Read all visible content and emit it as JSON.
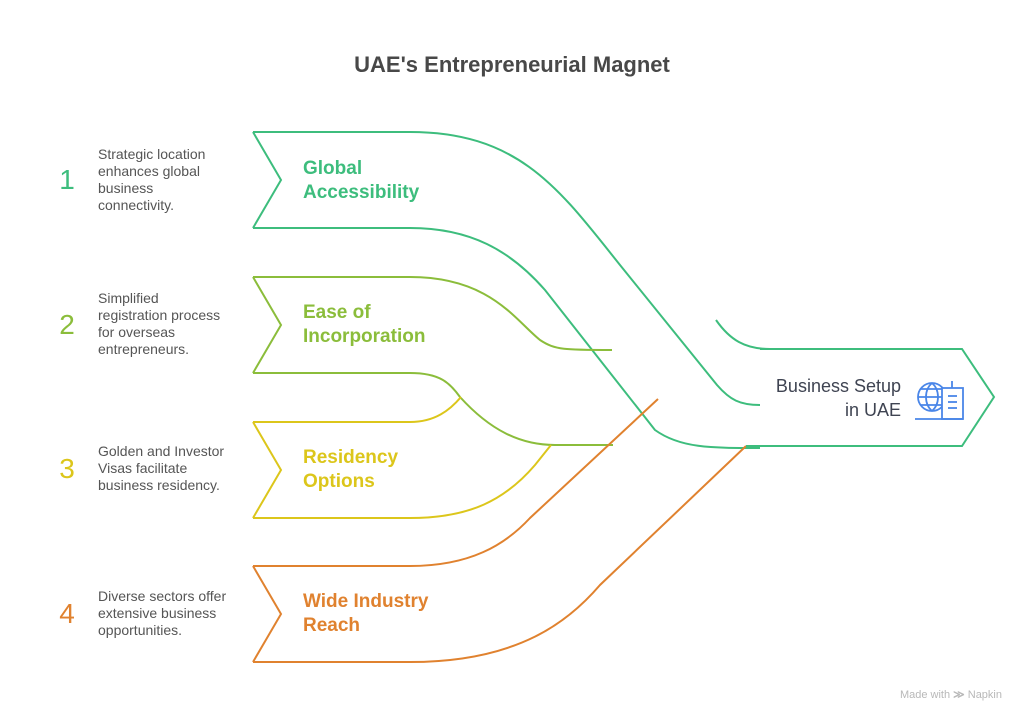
{
  "title": "UAE's Entrepreneurial Magnet",
  "items": [
    {
      "number": "1",
      "label_line1": "Global",
      "label_line2": "Accessibility",
      "description": [
        "Strategic location",
        "enhances global",
        "business",
        "connectivity."
      ],
      "color": "#3dbd7d"
    },
    {
      "number": "2",
      "label_line1": "Ease of",
      "label_line2": "Incorporation",
      "description": [
        "Simplified",
        "registration process",
        "for overseas",
        "entrepreneurs."
      ],
      "color": "#8bbd3b"
    },
    {
      "number": "3",
      "label_line1": "Residency",
      "label_line2": "Options",
      "description": [
        "Golden and Investor",
        "Visas facilitate",
        "business residency."
      ],
      "color": "#dcc61b"
    },
    {
      "number": "4",
      "label_line1": "Wide Industry",
      "label_line2": "Reach",
      "description": [
        "Diverse sectors offer",
        "extensive business",
        "opportunities."
      ],
      "color": "#e0822f"
    }
  ],
  "target": {
    "line1": "Business Setup",
    "line2": "in UAE",
    "icon": "globe-building-icon",
    "icon_color": "#4a86e8",
    "border_color": "#3dbd7d"
  },
  "footer": {
    "made_with": "Made with",
    "brand": "Napkin",
    "icon": "napkin-logo-icon"
  }
}
